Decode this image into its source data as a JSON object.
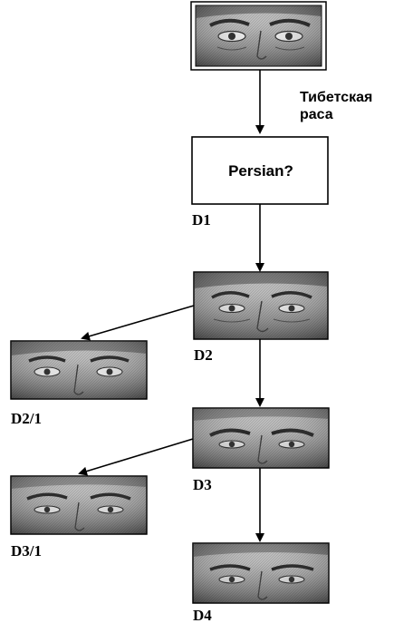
{
  "diagram": {
    "top_caption_line1": "Тибетская",
    "top_caption_line2": "раса",
    "question_box_label": "Persian?",
    "labels": {
      "d1": "D1",
      "d2": "D2",
      "d2_1": "D2/1",
      "d3": "D3",
      "d3_1": "D3/1",
      "d4": "D4"
    },
    "colors": {
      "line": "#000000",
      "background": "#ffffff",
      "photo_light": "#cfcfcf",
      "photo_mid": "#8c8c8c",
      "photo_dark": "#2a2a2a"
    }
  }
}
